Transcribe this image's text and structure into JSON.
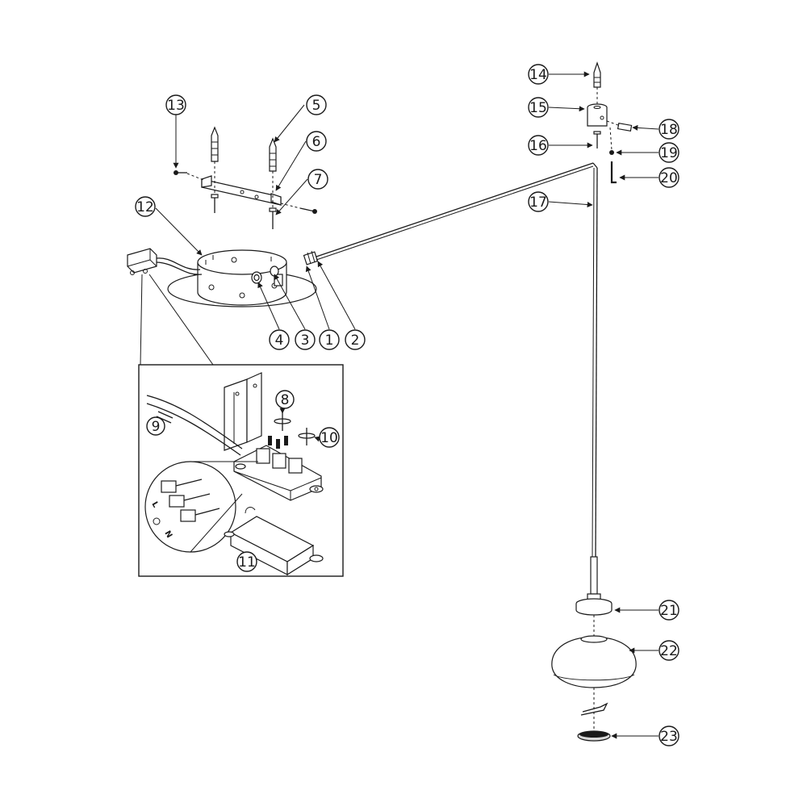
{
  "labels": [
    "1",
    "2",
    "3",
    "4",
    "5",
    "6",
    "7",
    "8",
    "9",
    "10",
    "11",
    "12",
    "13",
    "14",
    "15",
    "16",
    "17",
    "18",
    "19",
    "20",
    "21",
    "22",
    "23"
  ],
  "detail_marks": {
    "L": "L",
    "N": "N"
  }
}
